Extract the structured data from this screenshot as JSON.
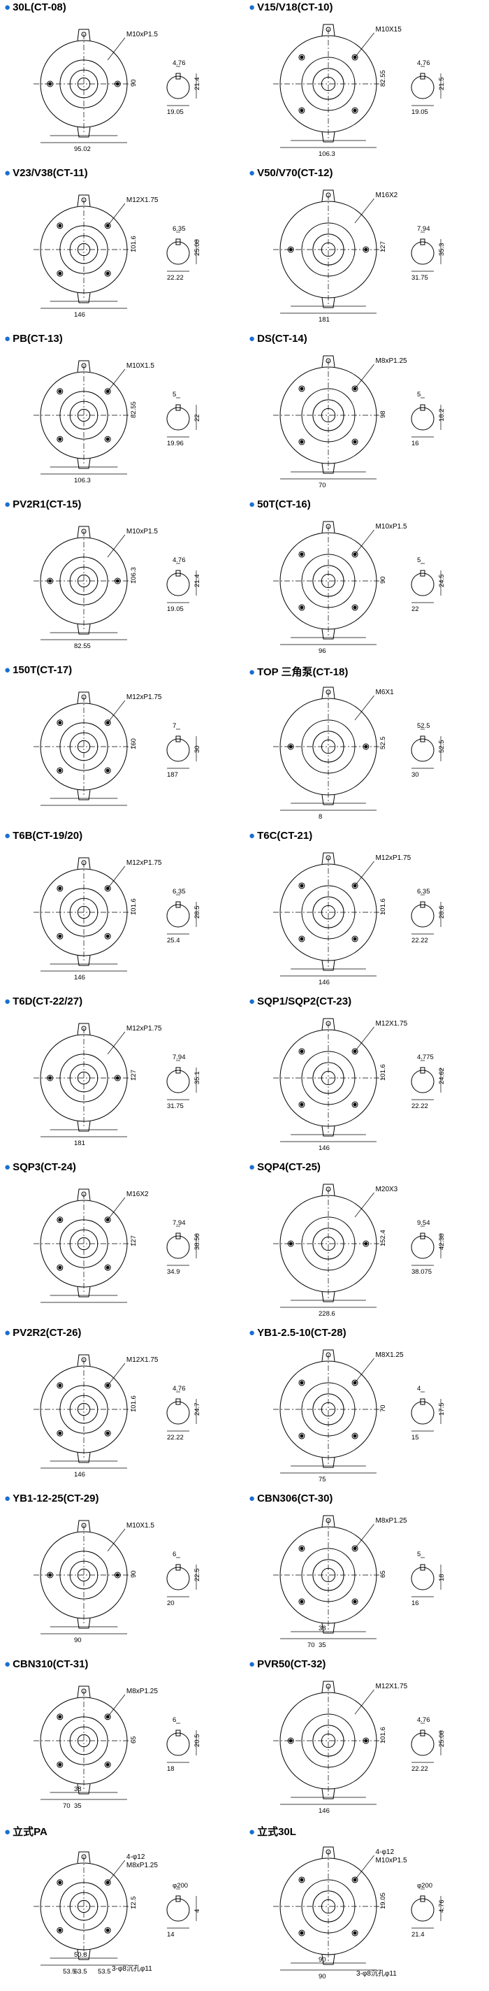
{
  "items": [
    {
      "title": "30L(CT-08)",
      "thread": "M10xP1.5",
      "dims": [
        "4.76",
        "21.4",
        "19.05",
        "90",
        "95.02"
      ]
    },
    {
      "title": "V15/V18(CT-10)",
      "thread": "M10X15",
      "dims": [
        "4.76",
        "21.5",
        "19.05",
        "82.55",
        "106.3"
      ]
    },
    {
      "title": "V23/V38(CT-11)",
      "thread": "M12X1.75",
      "dims": [
        "6.35",
        "25.08",
        "22.22",
        "101.6",
        "146"
      ]
    },
    {
      "title": "V50/V70(CT-12)",
      "thread": "M16X2",
      "dims": [
        "7.94",
        "35.3",
        "31.75",
        "127",
        "181"
      ]
    },
    {
      "title": "PB(CT-13)",
      "thread": "M10X1.5",
      "dims": [
        "5",
        "22",
        "19.96",
        "82.55",
        "106.3"
      ]
    },
    {
      "title": "DS(CT-14)",
      "thread": "M8xP1.25",
      "dims": [
        "5",
        "18.2",
        "16",
        "98",
        "70"
      ]
    },
    {
      "title": "PV2R1(CT-15)",
      "thread": "M10xP1.5",
      "dims": [
        "4.76",
        "21.4",
        "19.05",
        "106.3",
        "82.55"
      ]
    },
    {
      "title": "50T(CT-16)",
      "thread": "M10xP1.5",
      "dims": [
        "5",
        "24.5",
        "22",
        "90",
        "96"
      ]
    },
    {
      "title": "150T(CT-17)",
      "thread": "M12xP1.75",
      "dims": [
        "7",
        "30",
        "187",
        "160"
      ]
    },
    {
      "title": "TOP 三角泵(CT-18)",
      "thread": "M6X1",
      "dims": [
        "52.5",
        "52.5",
        "30",
        "52.5",
        "8"
      ]
    },
    {
      "title": "T6B(CT-19/20)",
      "thread": "M12xP1.75",
      "dims": [
        "6.35",
        "28.5",
        "25.4",
        "101.6",
        "146"
      ]
    },
    {
      "title": "T6C(CT-21)",
      "thread": "M12xP1.75",
      "dims": [
        "6.35",
        "28.6",
        "22.22",
        "101.6",
        "146"
      ]
    },
    {
      "title": "T6D(CT-22/27)",
      "thread": "M12xP1.75",
      "dims": [
        "7.94",
        "35.1",
        "31.75",
        "127",
        "181"
      ]
    },
    {
      "title": "SQP1/SQP2(CT-23)",
      "thread": "M12X1.75",
      "dims": [
        "4.775",
        "24.62",
        "22.22",
        "101.6",
        "146"
      ]
    },
    {
      "title": "SQP3(CT-24)",
      "thread": "M16X2",
      "dims": [
        "7.94",
        "38.56",
        "34.9",
        "127"
      ]
    },
    {
      "title": "SQP4(CT-25)",
      "thread": "M20X3",
      "dims": [
        "9.54",
        "42.38",
        "38.075",
        "152.4",
        "228.6"
      ]
    },
    {
      "title": "PV2R2(CT-26)",
      "thread": "M12X1.75",
      "dims": [
        "4.76",
        "24.7",
        "22.22",
        "101.6",
        "146"
      ]
    },
    {
      "title": "YB1-2.5-10(CT-28)",
      "thread": "M8X1.25",
      "dims": [
        "4",
        "17.5",
        "15",
        "70",
        "75"
      ]
    },
    {
      "title": "YB1-12-25(CT-29)",
      "thread": "M10X1.5",
      "dims": [
        "6",
        "22.5",
        "20",
        "90",
        "90"
      ]
    },
    {
      "title": "CBN306(CT-30)",
      "thread": "M8xP1.25",
      "dims": [
        "5",
        "18",
        "16",
        "65",
        "35",
        "38",
        "70"
      ]
    },
    {
      "title": "CBN310(CT-31)",
      "thread": "M8xP1.25",
      "dims": [
        "6",
        "20.5",
        "18",
        "65",
        "35",
        "38",
        "70"
      ]
    },
    {
      "title": "PVR50(CT-32)",
      "thread": "M12X1.75",
      "dims": [
        "4.76",
        "25.08",
        "22.22",
        "101.6",
        "146"
      ]
    },
    {
      "title": "立式PA",
      "thread": "4-φ12",
      "thread2": "M8xP1.25",
      "note": "3-φ8沉孔φ11",
      "dims": [
        "φ200",
        "4",
        "14",
        "12.5",
        "63.5",
        "50.8",
        "53.5",
        "53.5"
      ]
    },
    {
      "title": "立式30L",
      "thread": "4-φ12",
      "thread2": "M10xP1.5",
      "note": "3-φ8沉孔φ11",
      "dims": [
        "φ200",
        "4.76",
        "21.4",
        "19.05",
        "90",
        "90"
      ]
    }
  ]
}
